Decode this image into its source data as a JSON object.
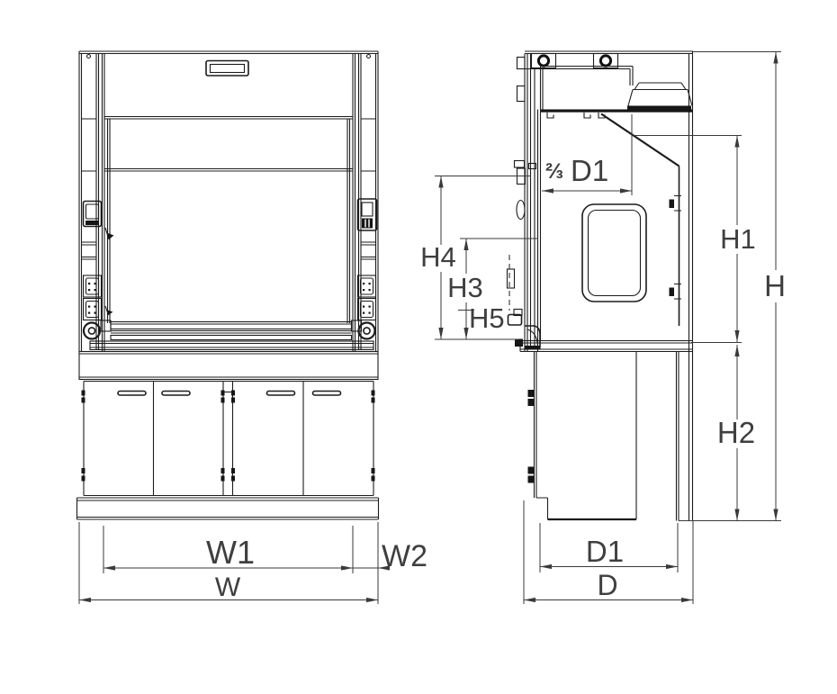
{
  "document": {
    "kind": "technical-line-drawing",
    "subject": "laboratory fume hood, front and side elevations",
    "background_color": "#ffffff",
    "line_color": "#1c1c1c",
    "label_color": "#3f3f3f"
  },
  "views": {
    "front": {
      "name": "front elevation"
    },
    "side": {
      "name": "side elevation"
    }
  },
  "dimensions": {
    "w": "W",
    "w1": "W1",
    "w2": "W2",
    "h": "H",
    "h1": "H1",
    "h2": "H2",
    "h3": "H3",
    "h4": "H4",
    "h5": "H5",
    "d": "D",
    "d1_bottom": "D1",
    "d1_top": "D1",
    "two_thirds": "⅔"
  }
}
